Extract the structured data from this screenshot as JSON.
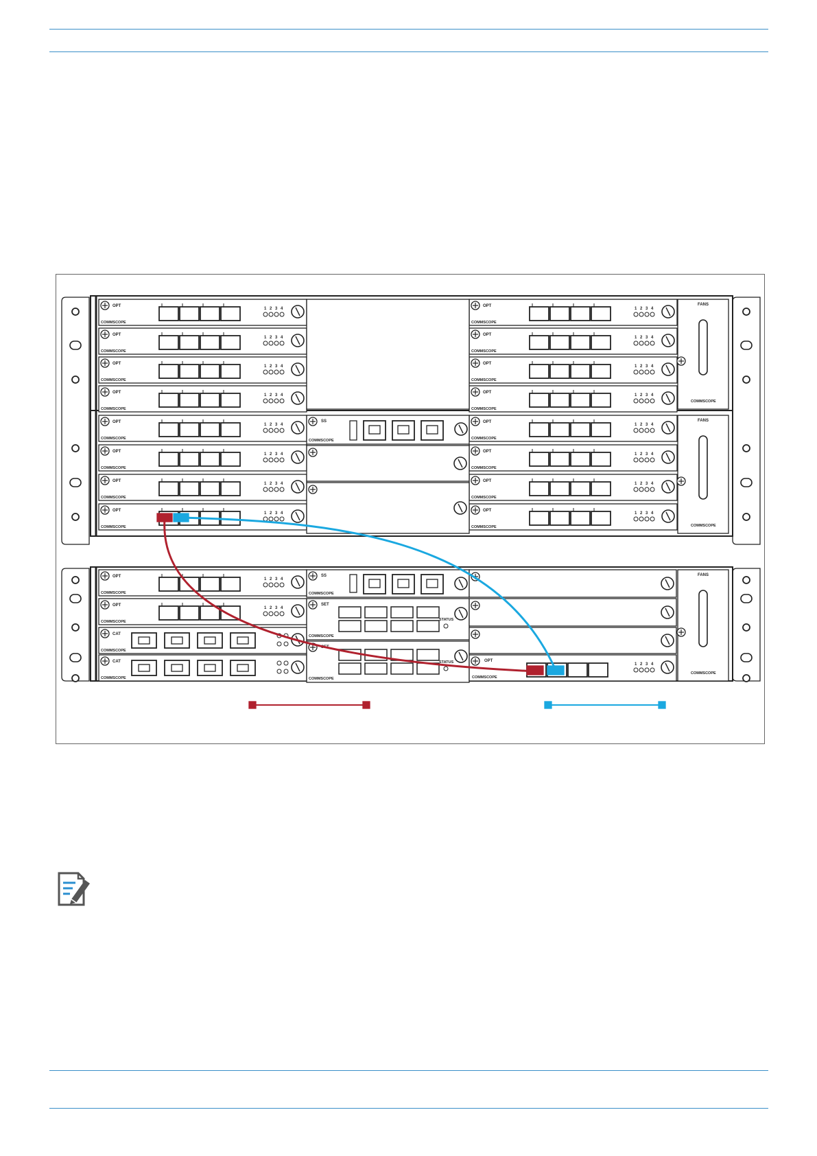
{
  "rack": {
    "card_labels": {
      "opt": "OPT",
      "cat": "CAT",
      "fans": "FANS",
      "brand": "COMMSCOPE",
      "status": "STATUS",
      "ss": "SS",
      "set": "SET"
    },
    "led_numbers": [
      "1",
      "2",
      "3",
      "4"
    ]
  },
  "legend": {
    "red_color": "#b0212e",
    "blue_color": "#1aa8e0"
  },
  "icons": {
    "note": "note-pencil-icon"
  },
  "colors": {
    "rule": "#3a8fc8",
    "frame": "#666666",
    "line_art": "#222222"
  }
}
